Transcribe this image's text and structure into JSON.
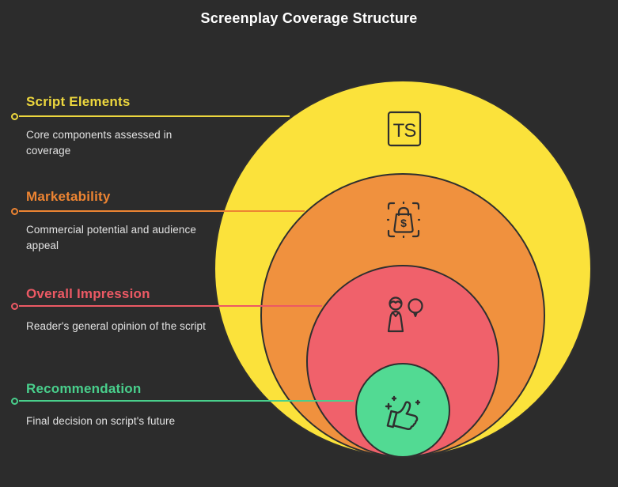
{
  "title": "Screenplay Coverage Structure",
  "colors": {
    "background": "#2C2C2C",
    "outline": "#2F2F2F",
    "title_text": "#FFFFFF",
    "description_text": "#E3E3E3"
  },
  "layers": [
    {
      "label": "Script Elements",
      "description": "Core components assessed in coverage",
      "circle_color": "#FBE23B",
      "accent_color": "#EDD73E",
      "icon": "ts-badge-icon"
    },
    {
      "label": "Marketability",
      "description": "Commercial potential and audience appeal",
      "circle_color": "#F0913E",
      "accent_color": "#ED8432",
      "icon": "shopping-bag-dollar-icon"
    },
    {
      "label": "Overall Impression",
      "description": "Reader's general opinion of the script",
      "circle_color": "#F0616B",
      "accent_color": "#EC5964",
      "icon": "person-idea-icon"
    },
    {
      "label": "Recommendation",
      "description": "Final decision on script's future",
      "circle_color": "#52DA93",
      "accent_color": "#49CF8C",
      "icon": "thumbs-up-icon"
    }
  ],
  "icon_text": {
    "ts": "TS",
    "dollar": "$"
  }
}
